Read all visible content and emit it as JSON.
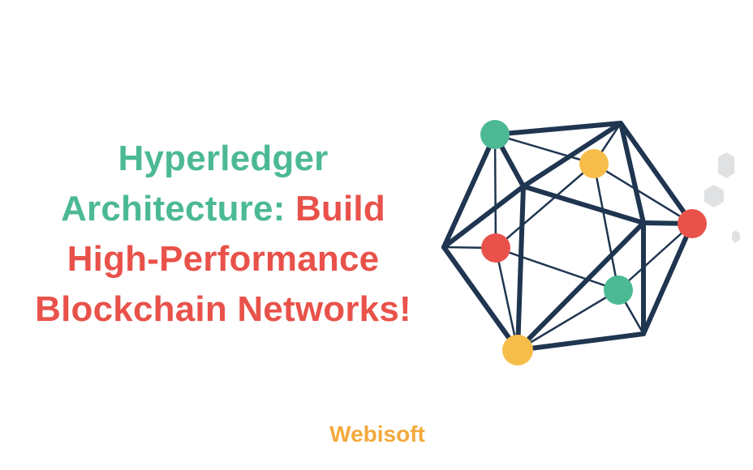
{
  "headline": {
    "line1": "Hyperledger",
    "line2_part1": "Architecture: ",
    "line2_part2": "Build",
    "line3": "High-Performance",
    "line4": "Blockchain Networks!"
  },
  "brand": {
    "name": "Webisoft"
  },
  "colors": {
    "teal": "#4cb995",
    "coral": "#e8524a",
    "gold": "#f3a93c",
    "navy": "#1f3550",
    "node_yellow": "#f7bd4a"
  }
}
